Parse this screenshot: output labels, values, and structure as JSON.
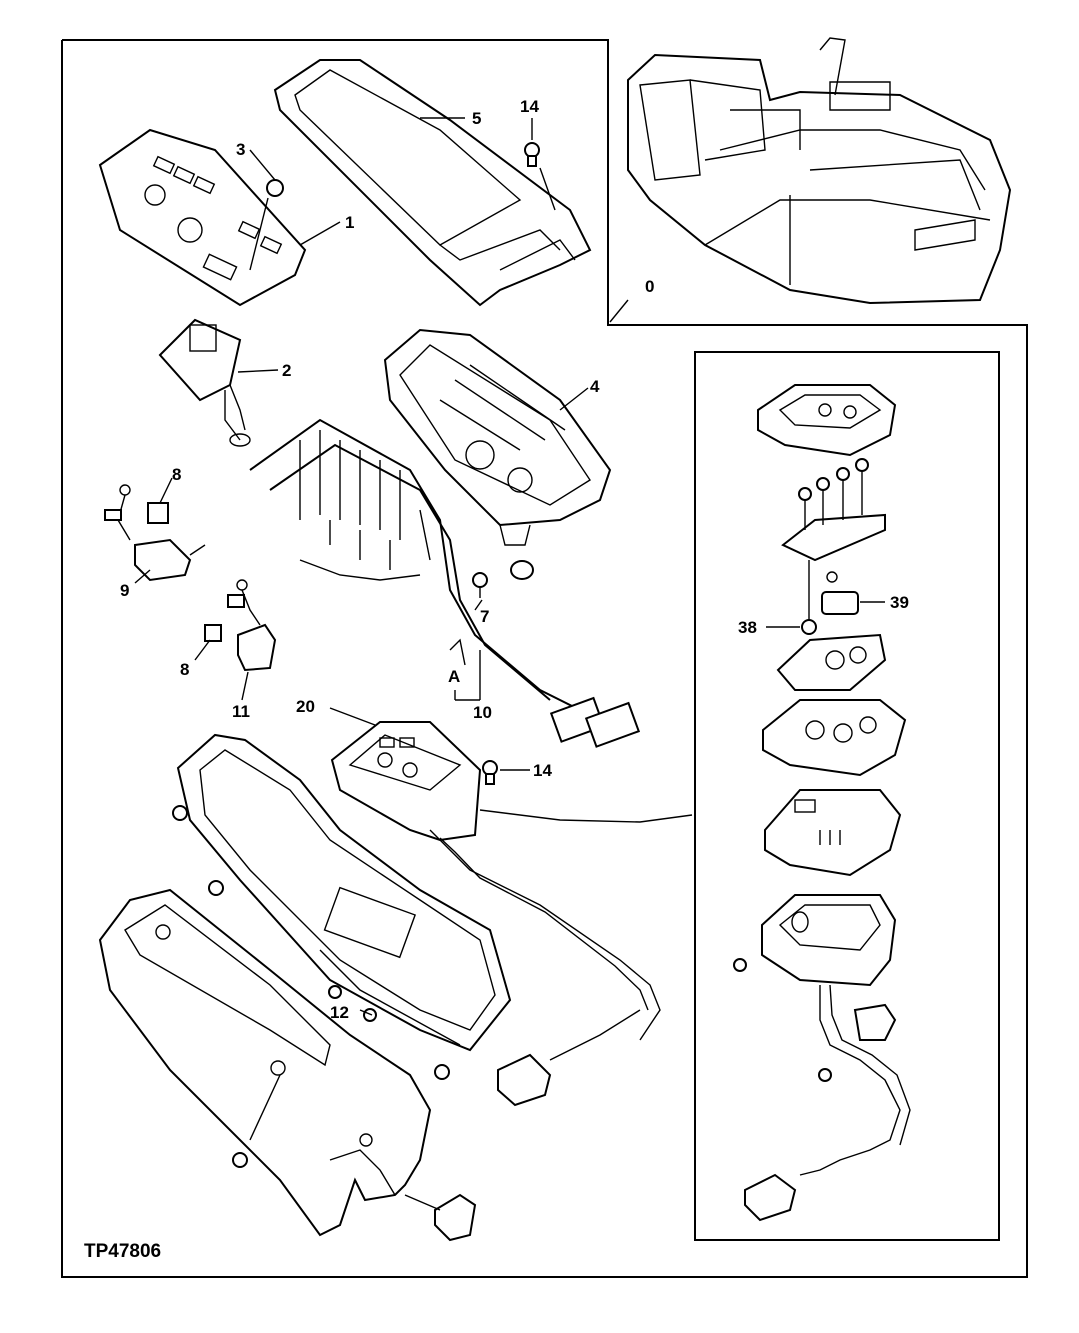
{
  "figure_id": "TP47806",
  "callouts": {
    "c0": "0",
    "c1": "1",
    "c2": "2",
    "c3": "3",
    "c4": "4",
    "c5": "5",
    "c7": "7",
    "c8a": "8",
    "c8b": "8",
    "c9": "9",
    "c10": "10",
    "c11": "11",
    "c12": "12",
    "c14a": "14",
    "c14b": "14",
    "c20": "20",
    "c38": "38",
    "c39": "39",
    "cA": "A"
  }
}
